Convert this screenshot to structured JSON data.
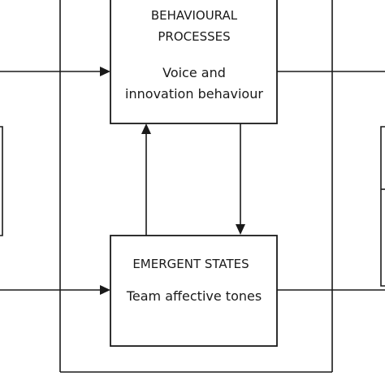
{
  "diagram": {
    "nodes": {
      "behavioural_processes": {
        "heading_line1": "BEHAVIOURAL",
        "heading_line2": "PROCESSES",
        "body_line1": "Voice and",
        "body_line2": "innovation behaviour"
      },
      "emergent_states": {
        "heading": "EMERGENT STATES",
        "body": "Team affective tones"
      }
    },
    "edges": [
      {
        "from": "left-offscreen",
        "to": "behavioural_processes",
        "arrow": true
      },
      {
        "from": "left-offscreen",
        "to": "emergent_states",
        "arrow": true
      },
      {
        "from": "emergent_states",
        "to": "behavioural_processes",
        "arrow": true
      },
      {
        "from": "behavioural_processes",
        "to": "emergent_states",
        "arrow": true
      },
      {
        "from": "behavioural_processes",
        "to": "right-offscreen",
        "arrow": false
      },
      {
        "from": "emergent_states",
        "to": "right-offscreen",
        "arrow": false
      }
    ],
    "colors": {
      "stroke": "#1a1a1a",
      "background": "#ffffff"
    }
  }
}
